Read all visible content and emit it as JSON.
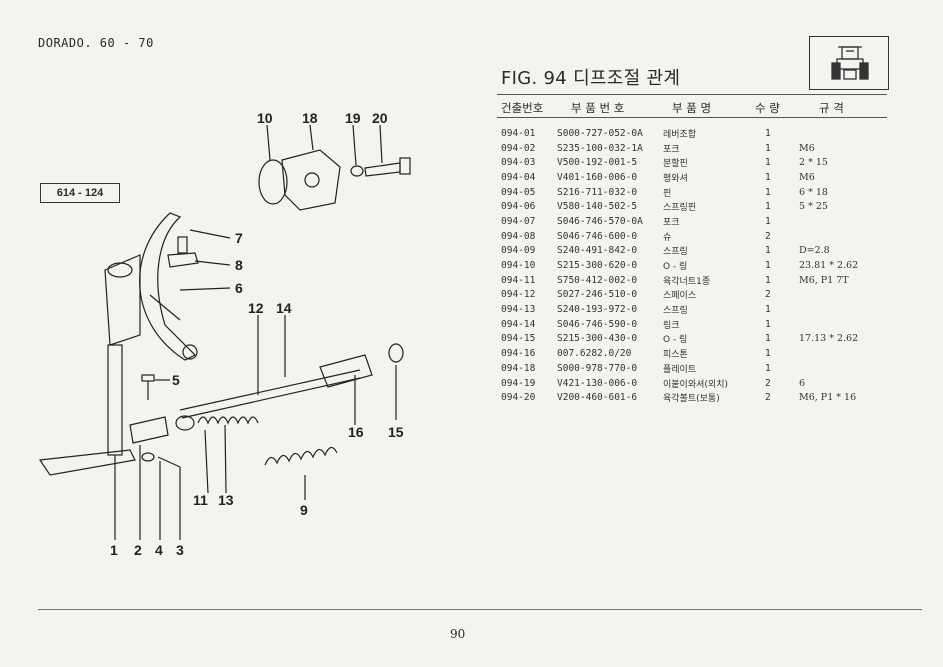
{
  "header": {
    "model": "DORADO. 60 - 70"
  },
  "figure": {
    "title": "FIG. 94 디프조절 관계",
    "ref_code": "614 - 124"
  },
  "table": {
    "columns": [
      "건출번호",
      "부 품 번 호",
      "부 품 명",
      "수 량",
      "규 격"
    ],
    "rows": [
      {
        "no": "094-01",
        "part": "S000-727-052-0A",
        "name": "레버조합",
        "qty": "1",
        "spec": ""
      },
      {
        "no": "094-02",
        "part": "S235-100-032-1A",
        "name": "포크",
        "qty": "1",
        "spec": "M6"
      },
      {
        "no": "094-03",
        "part": "V500-192-001-5",
        "name": "분할핀",
        "qty": "1",
        "spec": "2 * 15"
      },
      {
        "no": "094-04",
        "part": "V401-160-006-0",
        "name": "평와셔",
        "qty": "1",
        "spec": "M6"
      },
      {
        "no": "094-05",
        "part": "S216-711-032-0",
        "name": "핀",
        "qty": "1",
        "spec": "6 * 18"
      },
      {
        "no": "094-06",
        "part": "V580-140-502-5",
        "name": "스프링핀",
        "qty": "1",
        "spec": "5 * 25"
      },
      {
        "no": "094-07",
        "part": "S046-746-570-0A",
        "name": "포크",
        "qty": "1",
        "spec": ""
      },
      {
        "no": "094-08",
        "part": "S046-746-600-0",
        "name": "슈",
        "qty": "2",
        "spec": ""
      },
      {
        "no": "094-09",
        "part": "S240-491-842-0",
        "name": "스프링",
        "qty": "1",
        "spec": "D=2.8"
      },
      {
        "no": "094-10",
        "part": "S215-300-620-0",
        "name": "O - 링",
        "qty": "1",
        "spec": "23.81 * 2.62"
      },
      {
        "no": "094-11",
        "part": "S750-412-002-0",
        "name": "육각너트1종",
        "qty": "1",
        "spec": "M6, P1 7T"
      },
      {
        "no": "094-12",
        "part": "S027-246-510-0",
        "name": "스페이스",
        "qty": "2",
        "spec": ""
      },
      {
        "no": "094-13",
        "part": "S240-193-972-0",
        "name": "스프링",
        "qty": "1",
        "spec": ""
      },
      {
        "no": "094-14",
        "part": "S046-746-590-0",
        "name": "링크",
        "qty": "1",
        "spec": ""
      },
      {
        "no": "094-15",
        "part": "S215-300-430-0",
        "name": "O - 링",
        "qty": "1",
        "spec": "17.13 * 2.62"
      },
      {
        "no": "094-16",
        "part": "007.6282.0/20",
        "name": "피스톤",
        "qty": "1",
        "spec": ""
      },
      {
        "no": "094-18",
        "part": "S000-978-770-0",
        "name": "플레이트",
        "qty": "1",
        "spec": ""
      },
      {
        "no": "094-19",
        "part": "V421-130-006-0",
        "name": "이붙이와셔(외치)",
        "qty": "2",
        "spec": "6"
      },
      {
        "no": "094-20",
        "part": "V200-460-601-6",
        "name": "육각볼트(보통)",
        "qty": "2",
        "spec": "M6, P1 * 16"
      }
    ]
  },
  "callouts": [
    "10",
    "18",
    "19",
    "20",
    "7",
    "8",
    "6",
    "12",
    "14",
    "5",
    "15",
    "16",
    "11",
    "13",
    "9",
    "1",
    "2",
    "4",
    "3"
  ],
  "footer": {
    "page": "90"
  }
}
